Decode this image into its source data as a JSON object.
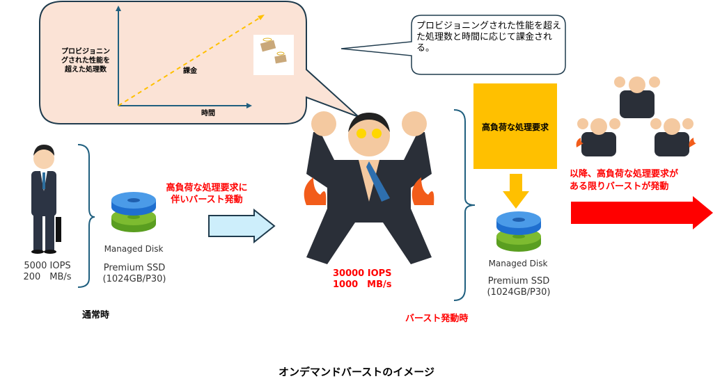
{
  "chart_bubble": {
    "y_axis_label": [
      "プロビジョニン",
      "グされた性能を",
      "超えた処理数"
    ],
    "line_label": "課金",
    "x_axis_label": "時間"
  },
  "callout": "プロビジョニングされた性能を超えた処理数と時間に応じて課金される。",
  "normal": {
    "iops": "5000 IOPS",
    "mbps": "200　MB/s",
    "disk_label": "Managed Disk",
    "disk_type": "Premium SSD",
    "disk_size": "(1024GB/P30)",
    "caption": "通常時"
  },
  "trigger": [
    "高負荷な処理要求に",
    "伴いバースト発動"
  ],
  "burst": {
    "iops": "30000 IOPS",
    "mbps": "1000　MB/s",
    "caption": "バースト発動時",
    "request_box": "高負荷な処理要求",
    "disk_label": "Managed Disk",
    "disk_type": "Premium SSD",
    "disk_size": "(1024GB/P30)"
  },
  "after": [
    "以降、高負荷な処理要求が",
    "ある限りバーストが発動"
  ],
  "title": "オンデマンドバーストのイメージ",
  "colors": {
    "red": "#ff0000",
    "yellow": "#ffc000",
    "bubble": "#fbe3d6",
    "blue_arrow": "#cdeefb"
  }
}
